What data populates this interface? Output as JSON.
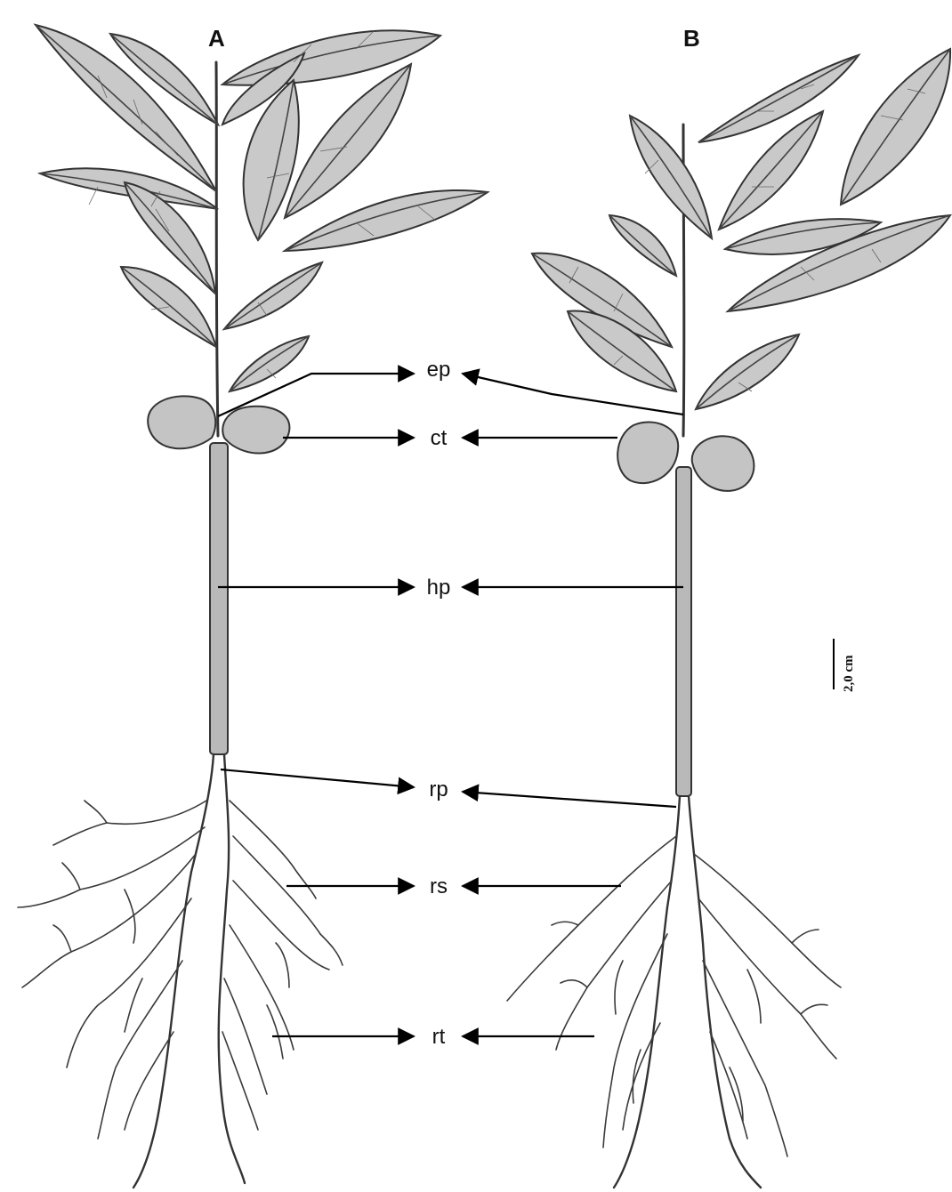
{
  "figure": {
    "panels": [
      {
        "id": "A",
        "letter": "A"
      },
      {
        "id": "B",
        "letter": "B"
      }
    ],
    "labels": [
      {
        "id": "ep",
        "text": "ep"
      },
      {
        "id": "ct",
        "text": "ct"
      },
      {
        "id": "hp",
        "text": "hp"
      },
      {
        "id": "rp",
        "text": "rp"
      },
      {
        "id": "rs",
        "text": "rs"
      },
      {
        "id": "rt",
        "text": "rt"
      }
    ],
    "scale_bar": {
      "text": "2,0 cm"
    },
    "colors": {
      "leaf": "#c9c9c9",
      "line": "#333333",
      "background": "#ffffff"
    }
  }
}
